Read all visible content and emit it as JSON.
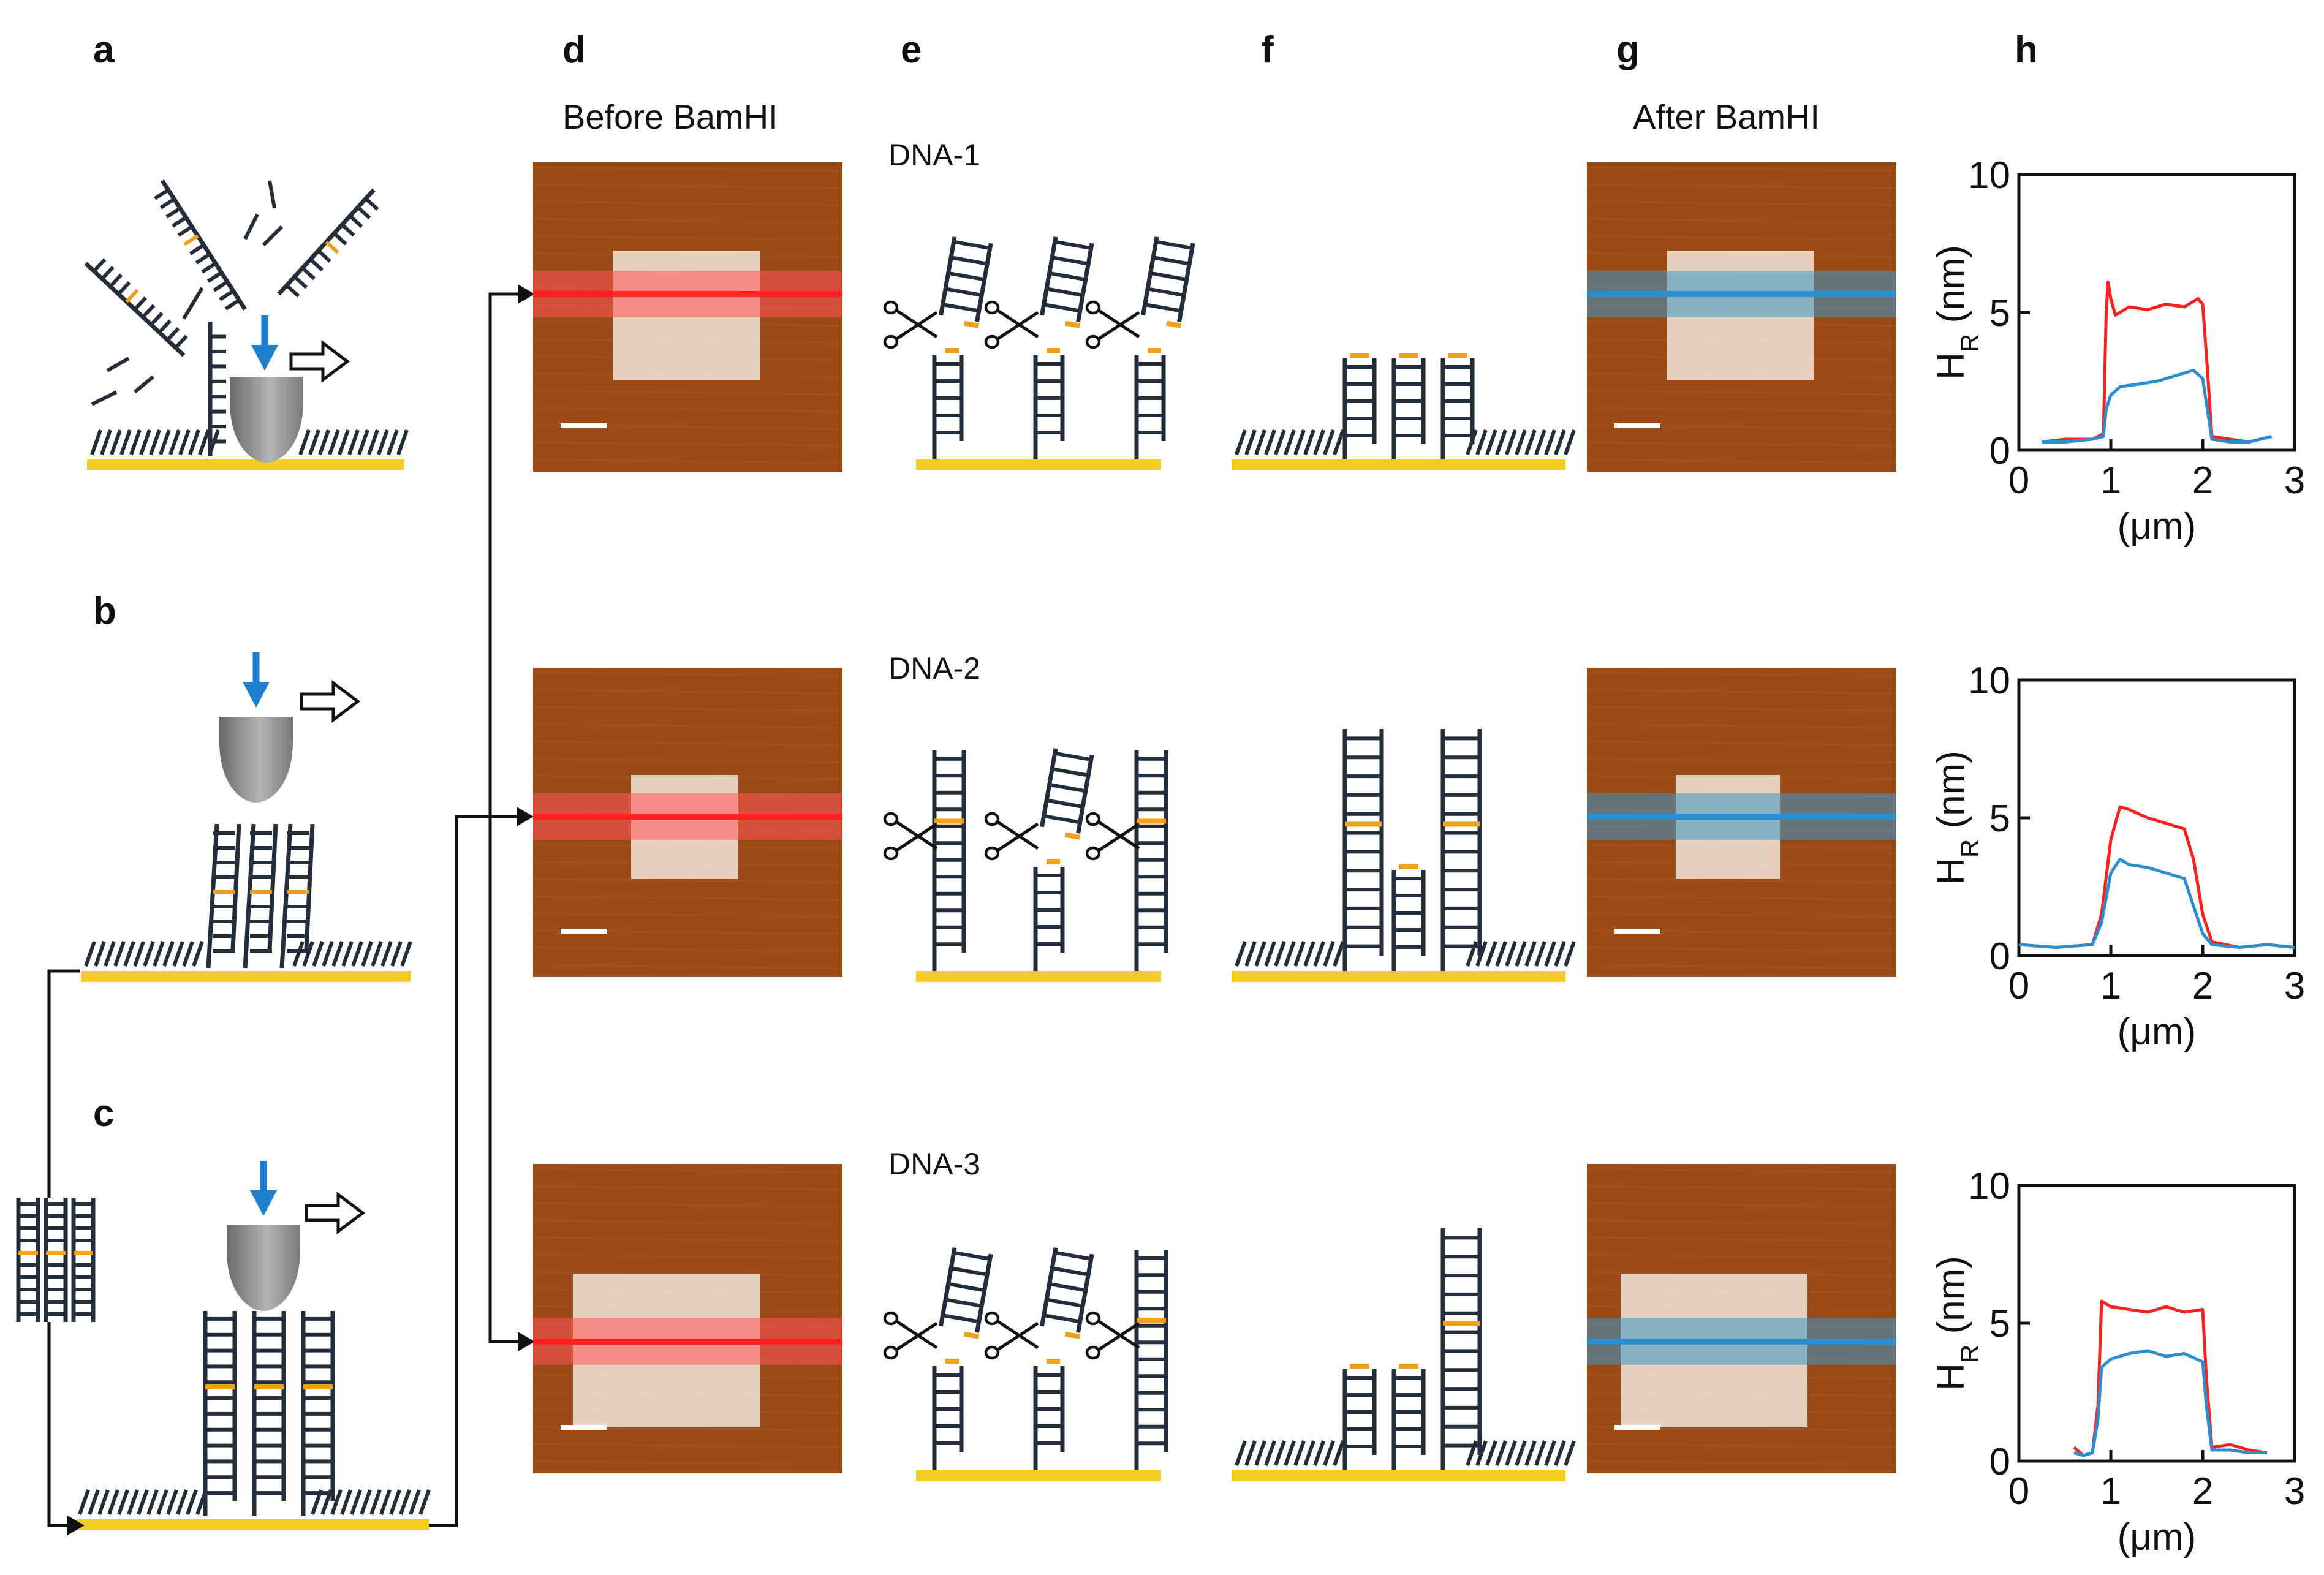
{
  "panel_letters": [
    "a",
    "b",
    "c",
    "d",
    "e",
    "f",
    "g",
    "h"
  ],
  "headers": {
    "before": "Before BamHI",
    "after": "After BamHI"
  },
  "dna_labels": [
    "DNA-1",
    "DNA-2",
    "DNA-3"
  ],
  "colors": {
    "substrate": "#f2cc1f",
    "dna_strand": "#232d3b",
    "restriction_site": "#f0a11c",
    "tip_arrow": "#1f7fcf",
    "afm_background": "#9b4b18",
    "before_line": "#ff2020",
    "after_line": "#2a8fd0",
    "scale_bar": "#ffffff"
  },
  "icons": [
    "afm-tip-icon",
    "scissors-icon",
    "motion-arrow-icon",
    "load-arrow-icon"
  ],
  "profile_axis": {
    "xlabel": "(μm)",
    "ylabel_main": "H",
    "ylabel_sub": "R",
    "ylabel_unit": " (nm)"
  },
  "chart_data": [
    {
      "type": "line",
      "title": "",
      "xlabel": "(μm)",
      "ylabel": "HR (nm)",
      "xlim": [
        0,
        3
      ],
      "ylim": [
        0,
        10
      ],
      "xticks": [
        0,
        1,
        2,
        3
      ],
      "yticks": [
        0,
        5,
        10
      ],
      "grid": false,
      "series": [
        {
          "color": "#ff2020",
          "x": [
            0.25,
            0.5,
            0.8,
            0.92,
            0.95,
            0.97,
            1.0,
            1.05,
            1.2,
            1.4,
            1.6,
            1.8,
            1.95,
            2.0,
            2.05,
            2.1,
            2.3,
            2.5,
            2.75
          ],
          "y": [
            0.3,
            0.4,
            0.4,
            0.6,
            5.0,
            6.1,
            5.5,
            4.9,
            5.2,
            5.1,
            5.3,
            5.2,
            5.5,
            5.3,
            3.0,
            0.5,
            0.4,
            0.3,
            0.5
          ]
        },
        {
          "color": "#2a8fd0",
          "x": [
            0.25,
            0.5,
            0.8,
            0.92,
            0.95,
            1.0,
            1.1,
            1.3,
            1.5,
            1.7,
            1.9,
            2.0,
            2.05,
            2.1,
            2.3,
            2.5,
            2.75
          ],
          "y": [
            0.3,
            0.3,
            0.4,
            0.5,
            1.5,
            2.0,
            2.3,
            2.4,
            2.5,
            2.7,
            2.9,
            2.6,
            1.5,
            0.4,
            0.3,
            0.3,
            0.5
          ]
        }
      ]
    },
    {
      "type": "line",
      "title": "",
      "xlabel": "(μm)",
      "ylabel": "HR (nm)",
      "xlim": [
        0,
        3
      ],
      "ylim": [
        0,
        10
      ],
      "xticks": [
        0,
        1,
        2,
        3
      ],
      "yticks": [
        0,
        5,
        10
      ],
      "grid": false,
      "series": [
        {
          "color": "#ff2020",
          "x": [
            0.0,
            0.4,
            0.8,
            0.9,
            1.0,
            1.1,
            1.2,
            1.4,
            1.6,
            1.8,
            1.9,
            2.0,
            2.1,
            2.4,
            2.7,
            3.0
          ],
          "y": [
            0.4,
            0.3,
            0.4,
            1.5,
            4.2,
            5.4,
            5.3,
            5.0,
            4.8,
            4.6,
            3.5,
            1.5,
            0.5,
            0.3,
            0.4,
            0.3
          ]
        },
        {
          "color": "#2a8fd0",
          "x": [
            0.0,
            0.4,
            0.8,
            0.9,
            1.0,
            1.1,
            1.2,
            1.4,
            1.6,
            1.8,
            1.9,
            2.0,
            2.1,
            2.4,
            2.7,
            3.0
          ],
          "y": [
            0.4,
            0.3,
            0.4,
            1.2,
            3.0,
            3.5,
            3.3,
            3.2,
            3.0,
            2.8,
            1.8,
            0.8,
            0.4,
            0.3,
            0.4,
            0.3
          ]
        }
      ]
    },
    {
      "type": "line",
      "title": "",
      "xlabel": "(μm)",
      "ylabel": "HR (nm)",
      "xlim": [
        0,
        3
      ],
      "ylim": [
        0,
        10
      ],
      "xticks": [
        0,
        1,
        2,
        3
      ],
      "yticks": [
        0,
        5,
        10
      ],
      "grid": false,
      "series": [
        {
          "color": "#ff2020",
          "x": [
            0.6,
            0.7,
            0.8,
            0.86,
            0.9,
            1.0,
            1.2,
            1.4,
            1.6,
            1.8,
            2.0,
            2.04,
            2.1,
            2.3,
            2.5,
            2.7
          ],
          "y": [
            0.5,
            0.2,
            0.3,
            2.0,
            5.8,
            5.6,
            5.5,
            5.4,
            5.6,
            5.4,
            5.5,
            3.0,
            0.5,
            0.6,
            0.4,
            0.3
          ]
        },
        {
          "color": "#2a8fd0",
          "x": [
            0.6,
            0.7,
            0.8,
            0.86,
            0.9,
            1.0,
            1.2,
            1.4,
            1.6,
            1.8,
            2.0,
            2.04,
            2.1,
            2.3,
            2.5,
            2.7
          ],
          "y": [
            0.3,
            0.2,
            0.3,
            1.5,
            3.4,
            3.7,
            3.9,
            4.0,
            3.8,
            3.9,
            3.6,
            2.0,
            0.4,
            0.4,
            0.3,
            0.3
          ]
        }
      ]
    }
  ]
}
